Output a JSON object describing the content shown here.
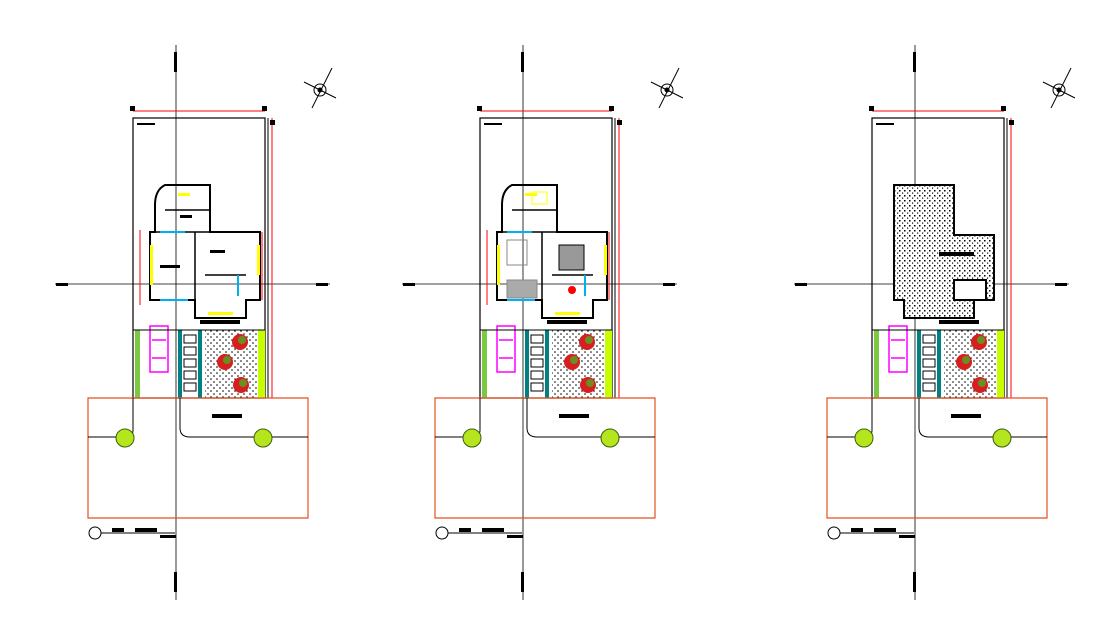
{
  "drawing": {
    "sheet_count": 3,
    "sheet_variants": [
      "furnished-plan",
      "furnished-plan",
      "roof-plan"
    ],
    "colors": {
      "background": "#ffffff",
      "lines": "#000000",
      "dimensions": "#ff0000",
      "road": "#e8501e",
      "windows": "#ffff00",
      "doors": "#00b0f0",
      "car": "#ff00ff",
      "pavers": "#008080",
      "hedge": "#c8ff00",
      "trees": "#b5e61d",
      "shrubs": "#d62020"
    }
  }
}
